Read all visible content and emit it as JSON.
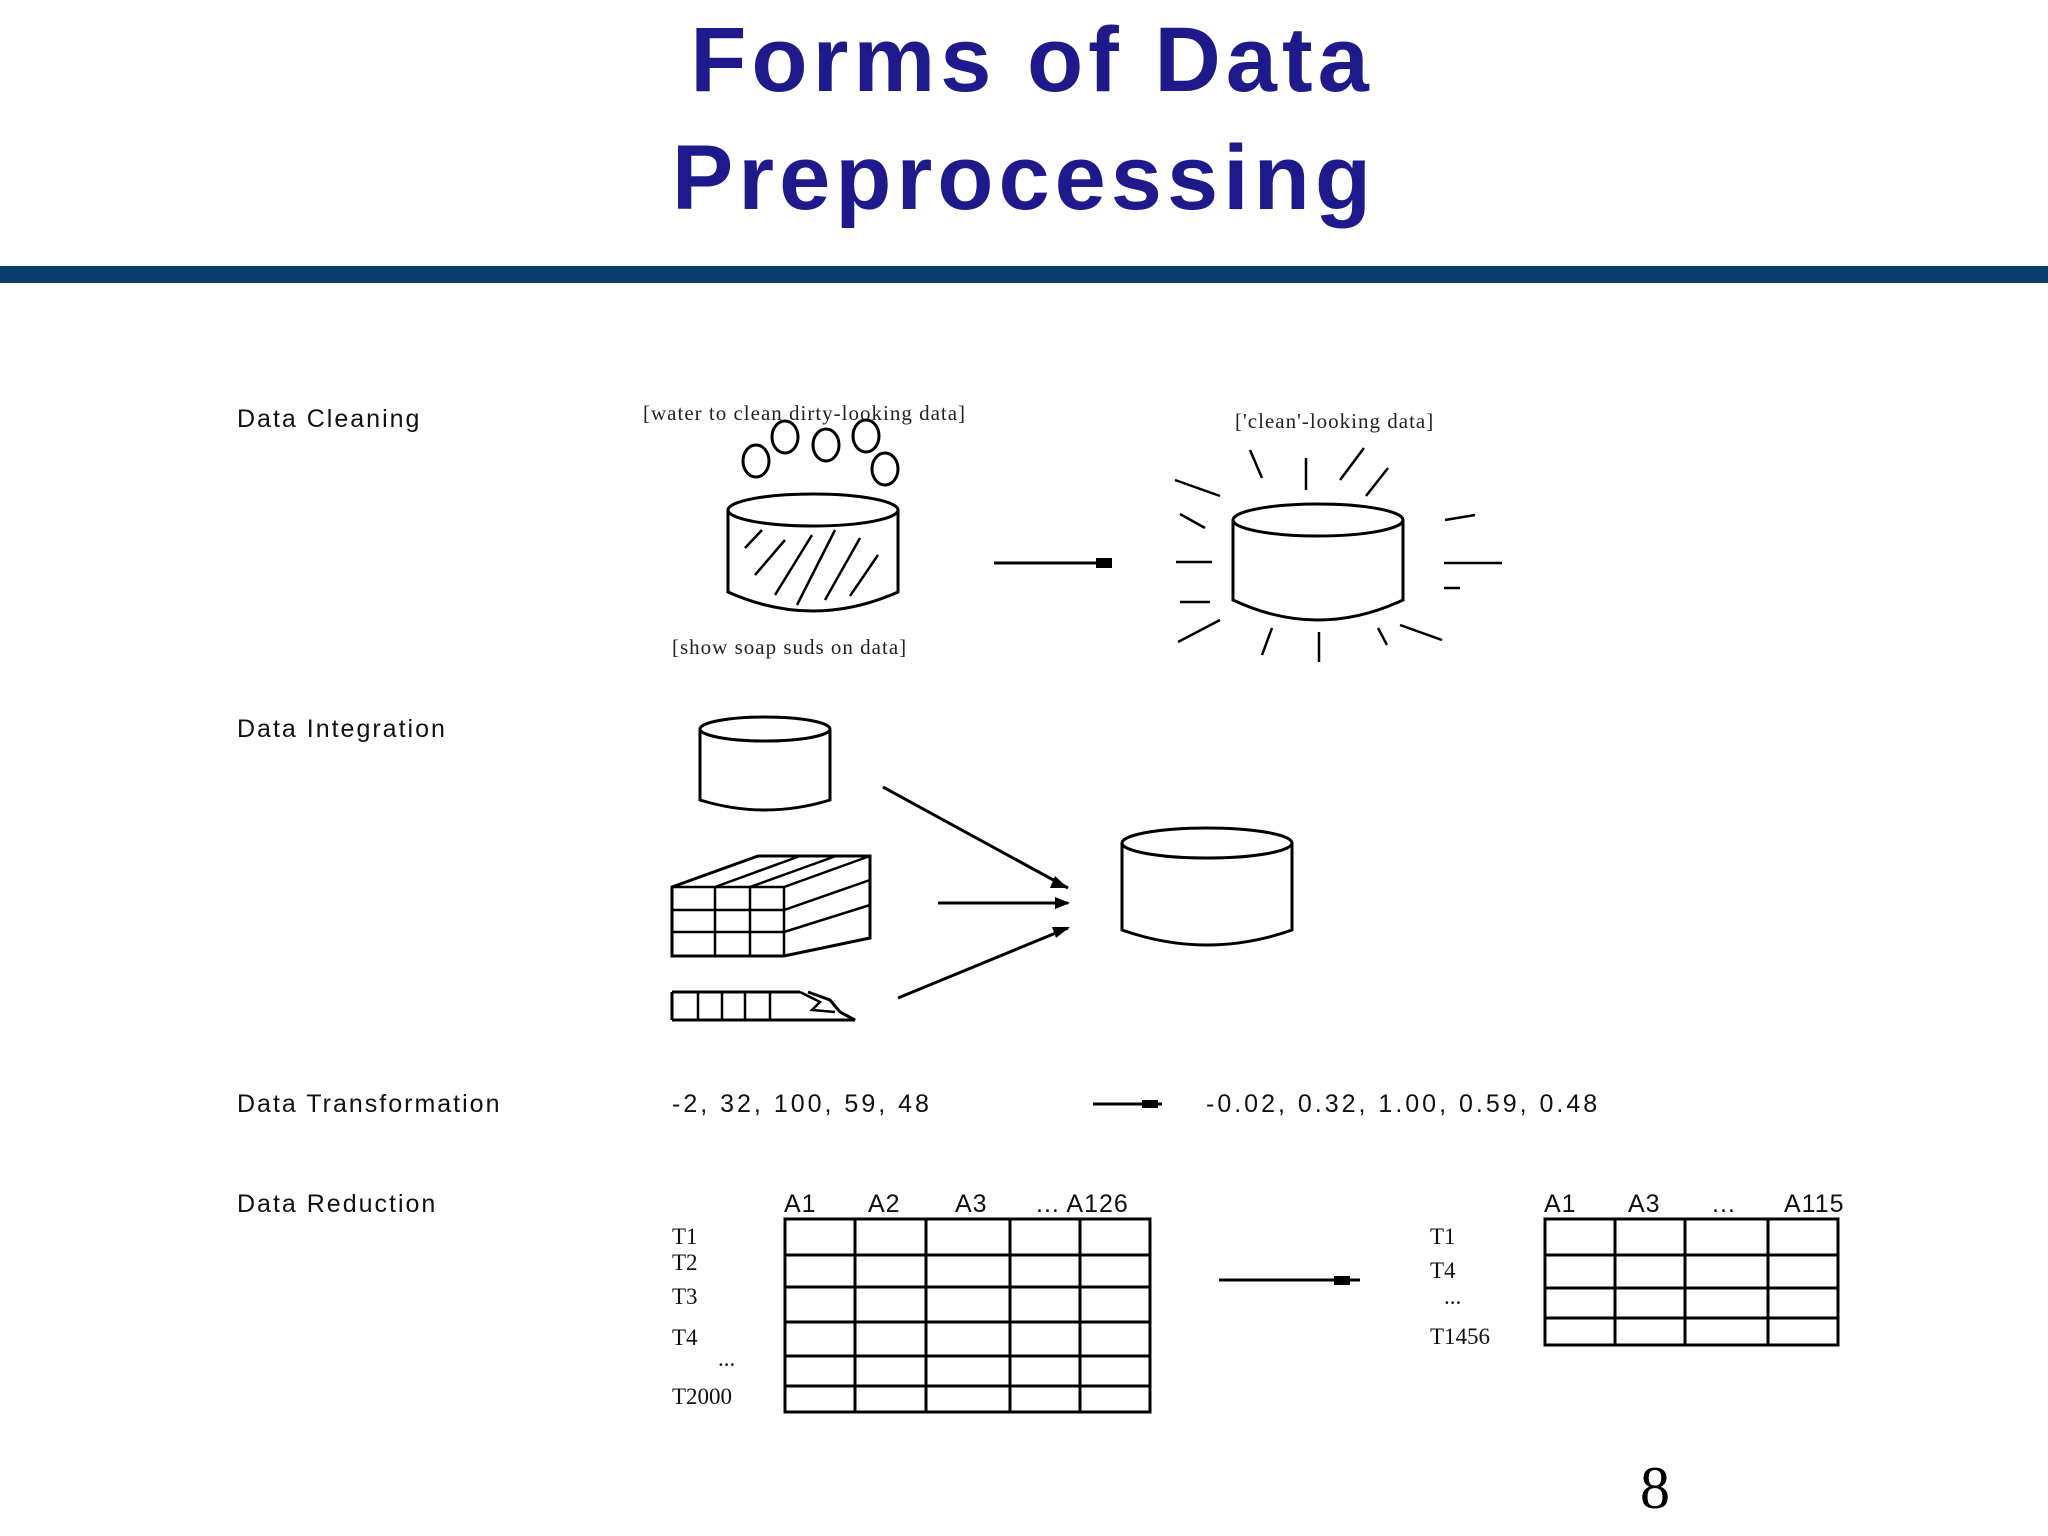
{
  "title": {
    "line1": "Forms of Data",
    "line2": "Preprocessing"
  },
  "sections": {
    "cleaning": {
      "label": "Data Cleaning",
      "caption_water": "[water to clean dirty-looking data]",
      "caption_clean": "['clean'-looking data]",
      "caption_soap": "[show soap suds on data]"
    },
    "integration": {
      "label": "Data Integration"
    },
    "transformation": {
      "label": "Data Transformation",
      "input_values": "-2, 32, 100, 59, 48",
      "output_values": "-0.02, 0.32, 1.00, 0.59, 0.48"
    },
    "reduction": {
      "label": "Data Reduction",
      "left_table": {
        "col_a1": "A1",
        "col_a2": "A2",
        "col_a3": "A3",
        "col_end": "... A126",
        "rows": [
          "T1",
          "T2",
          "T3",
          "T4",
          "...",
          "T2000"
        ]
      },
      "right_table": {
        "col_a1": "A1",
        "col_a3": "A3",
        "col_dots": "...",
        "col_end": "A115",
        "rows": [
          "T1",
          "T4",
          "...",
          "T1456"
        ]
      }
    }
  },
  "page_number": "8",
  "colors": {
    "title": "#1f1a8c",
    "rule": "#0b3d6b"
  }
}
